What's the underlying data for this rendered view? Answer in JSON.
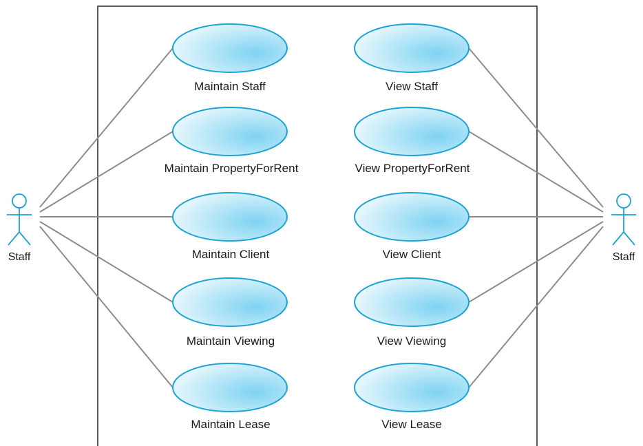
{
  "actors": {
    "left": {
      "name": "Staff"
    },
    "right": {
      "name": "Staff"
    }
  },
  "use_cases": {
    "left_column": [
      {
        "label": "Maintain Staff"
      },
      {
        "label": "Maintain PropertyForRent"
      },
      {
        "label": "Maintain Client"
      },
      {
        "label": "Maintain Viewing"
      },
      {
        "label": "Maintain Lease"
      }
    ],
    "right_column": [
      {
        "label": "View Staff"
      },
      {
        "label": "View PropertyForRent"
      },
      {
        "label": "View Client"
      },
      {
        "label": "View Viewing"
      },
      {
        "label": "View Lease"
      }
    ]
  },
  "colors": {
    "ellipse_stroke": "#1aa3d6",
    "ellipse_fill_light": "#eaf8fd",
    "ellipse_fill_dark": "#7fd3f2",
    "actor_stroke": "#1aa3d6",
    "association_line": "#8c8c8c",
    "boundary": "#222222"
  }
}
